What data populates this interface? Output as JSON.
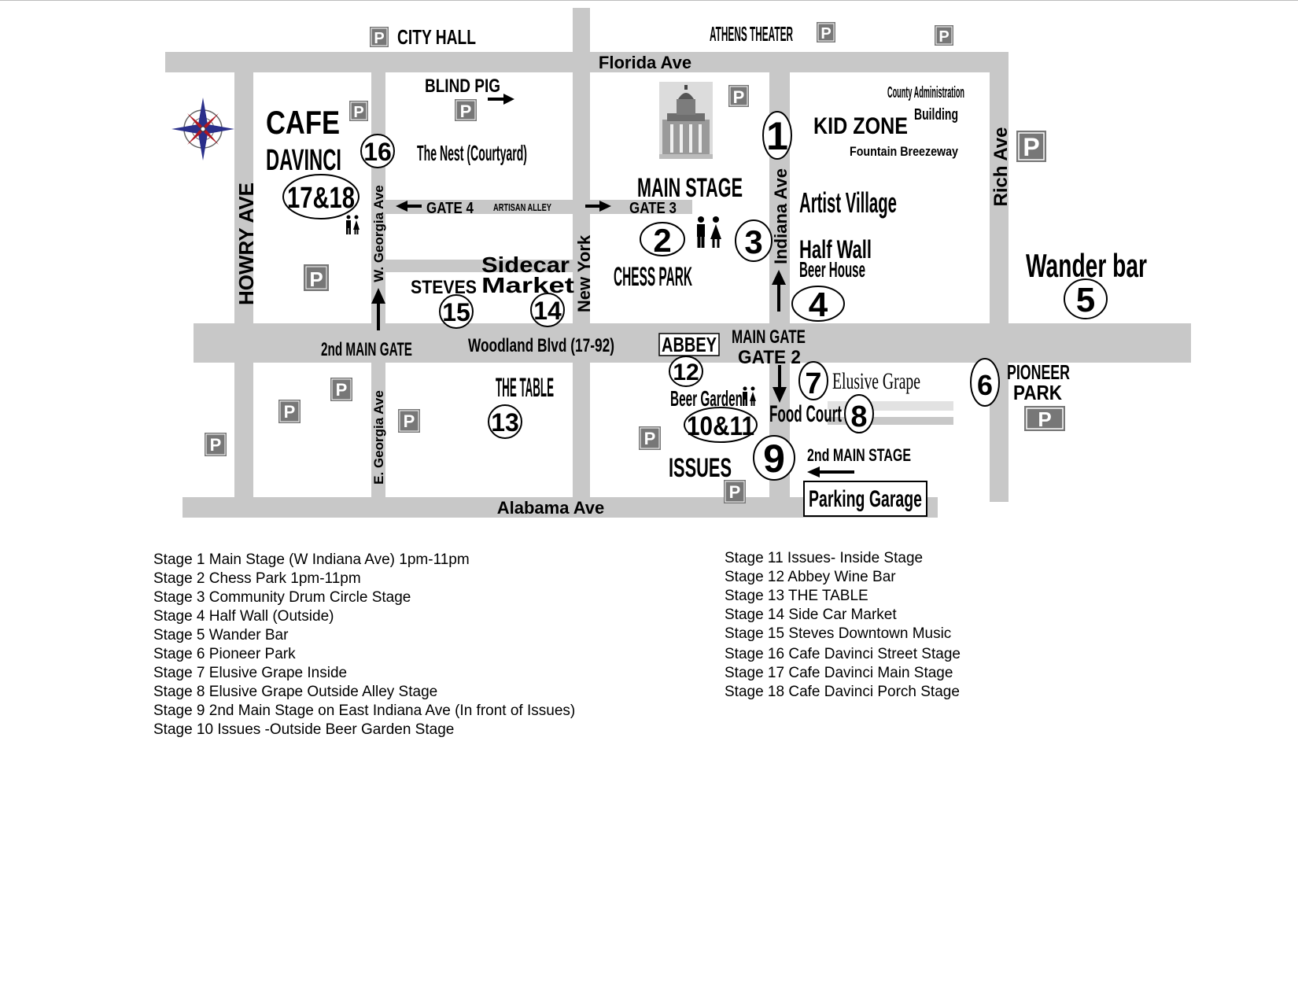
{
  "streets": {
    "florida": "Florida Ave",
    "alabama": "Alabama Ave",
    "woodland": "Woodland Blvd (17-92)",
    "howry": "HOWRY AVE",
    "w_georgia": "W. Georgia Ave",
    "e_georgia": "E. Georgia Ave",
    "new_york": "New York",
    "indiana": "Indiana Ave",
    "rich": "Rich Ave",
    "artisan_alley": "ARTISAN ALLEY"
  },
  "places": {
    "city_hall": "CITY HALL",
    "athens_theater": "ATHENS THEATER",
    "blind_pig": "BLIND PIG",
    "the_nest": "The Nest (Courtyard)",
    "cafe": "CAFE",
    "davinci": "DAVINCI",
    "main_stage": "MAIN STAGE",
    "county_admin_1": "County Administration",
    "county_admin_2": "Building",
    "kid_zone": "KID ZONE",
    "fountain_breezeway": "Fountain Breezeway",
    "artist_village": "Artist Village",
    "half_wall_1": "Half Wall",
    "half_wall_2": "Beer House",
    "chess_park": "CHESS PARK",
    "sidecar_1": "Sidecar",
    "sidecar_2": "Market",
    "steves": "STEVES",
    "wander_bar": "Wander bar",
    "abbey": "ABBEY",
    "main_gate": "MAIN GATE",
    "gate_2": "GATE 2",
    "gate_3": "GATE 3",
    "gate_4": "GATE 4",
    "second_main_gate": "2nd MAIN GATE",
    "elusive_grape": "Elusive Grape",
    "pioneer_1": "PIONEER",
    "pioneer_2": "PARK",
    "the_table": "THE TABLE",
    "beer_garden": "Beer Garden",
    "food_court": "Food Court",
    "second_main_stage": "2nd MAIN STAGE",
    "issues": "ISSUES",
    "parking_garage": "Parking Garage",
    "parking_letter": "P"
  },
  "stage_markers": {
    "s1": "1",
    "s2": "2",
    "s3": "3",
    "s4": "4",
    "s5": "5",
    "s6": "6",
    "s7": "7",
    "s8": "8",
    "s9": "9",
    "s10_11": "10&11",
    "s12": "12",
    "s13": "13",
    "s14": "14",
    "s15": "15",
    "s16": "16",
    "s17_18": "17&18"
  },
  "legend": {
    "left": [
      "Stage 1 Main Stage (W Indiana Ave) 1pm-11pm",
      "Stage 2 Chess Park 1pm-11pm",
      "Stage 3 Community Drum Circle Stage",
      "Stage 4 Half Wall (Outside)",
      "Stage 5  Wander Bar",
      "Stage 6 Pioneer Park",
      "Stage 7 Elusive Grape  Inside",
      "Stage 8 Elusive Grape Outside Alley Stage",
      "Stage 9 2nd Main Stage on East Indiana Ave (In front of Issues)",
      "Stage 10 Issues -Outside Beer Garden Stage"
    ],
    "right": [
      "Stage 11 Issues- Inside Stage",
      "Stage 12 Abbey Wine Bar",
      "Stage 13 THE TABLE",
      "Stage 14 Side Car Market",
      "Stage 15  Steves Downtown Music",
      "Stage 16 Cafe Davinci Street Stage",
      "Stage 17 Cafe Davinci Main Stage",
      "Stage 18 Cafe Davinci Porch Stage"
    ]
  },
  "colors": {
    "road": "#c8c8c8",
    "parking_bg": "#777777",
    "compass_blue": "#2a2f8a",
    "compass_red": "#b01822"
  }
}
